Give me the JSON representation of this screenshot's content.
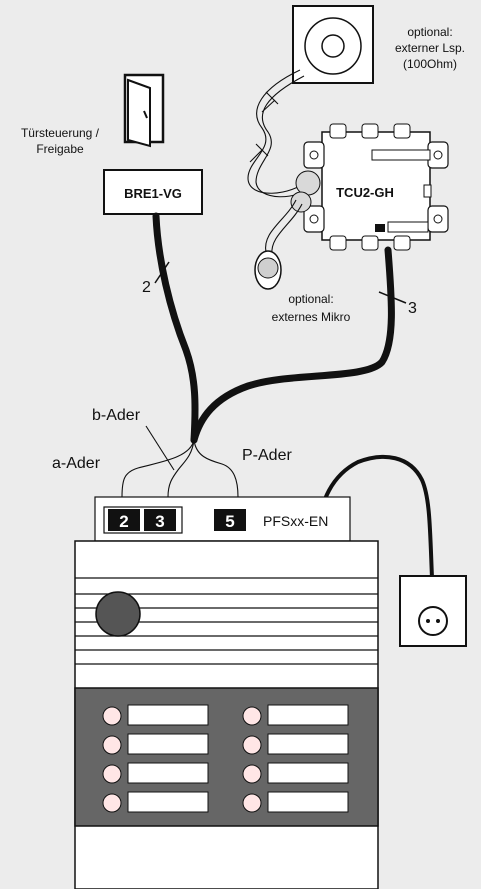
{
  "labels": {
    "speaker_opt_line1": "optional:",
    "speaker_opt_line2": "externer Lsp.",
    "speaker_opt_line3": "(100Ohm)",
    "door_line1": "Türsteuerung /",
    "door_line2": "Freigabe",
    "bre_box": "BRE1-VG",
    "tcu_box": "TCU2-GH",
    "cable_left_count": "2",
    "cable_right_count": "3",
    "mic_opt_line1": "optional:",
    "mic_opt_line2": "externes Mikro",
    "b_ader": "b-Ader",
    "a_ader": "a-Ader",
    "p_ader": "P-Ader",
    "terminal_2": "2",
    "terminal_3": "3",
    "terminal_5": "5",
    "pfs_label": "PFSxx-EN"
  }
}
